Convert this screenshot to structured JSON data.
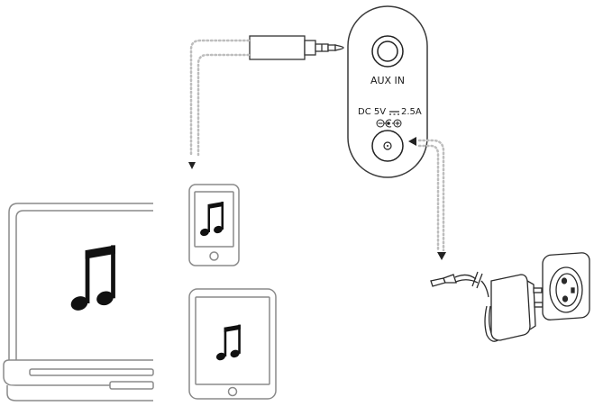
{
  "panel": {
    "aux_label": "AUX IN",
    "dc_label": "DC 5V",
    "current_label": "2.5A"
  },
  "colors": {
    "outline": "#7a7a7a",
    "dark": "#111111",
    "dotted": "#bdbdbd",
    "arrow": "#222222"
  },
  "icons": [
    "music-note-icon",
    "polarity-symbol-icon"
  ]
}
